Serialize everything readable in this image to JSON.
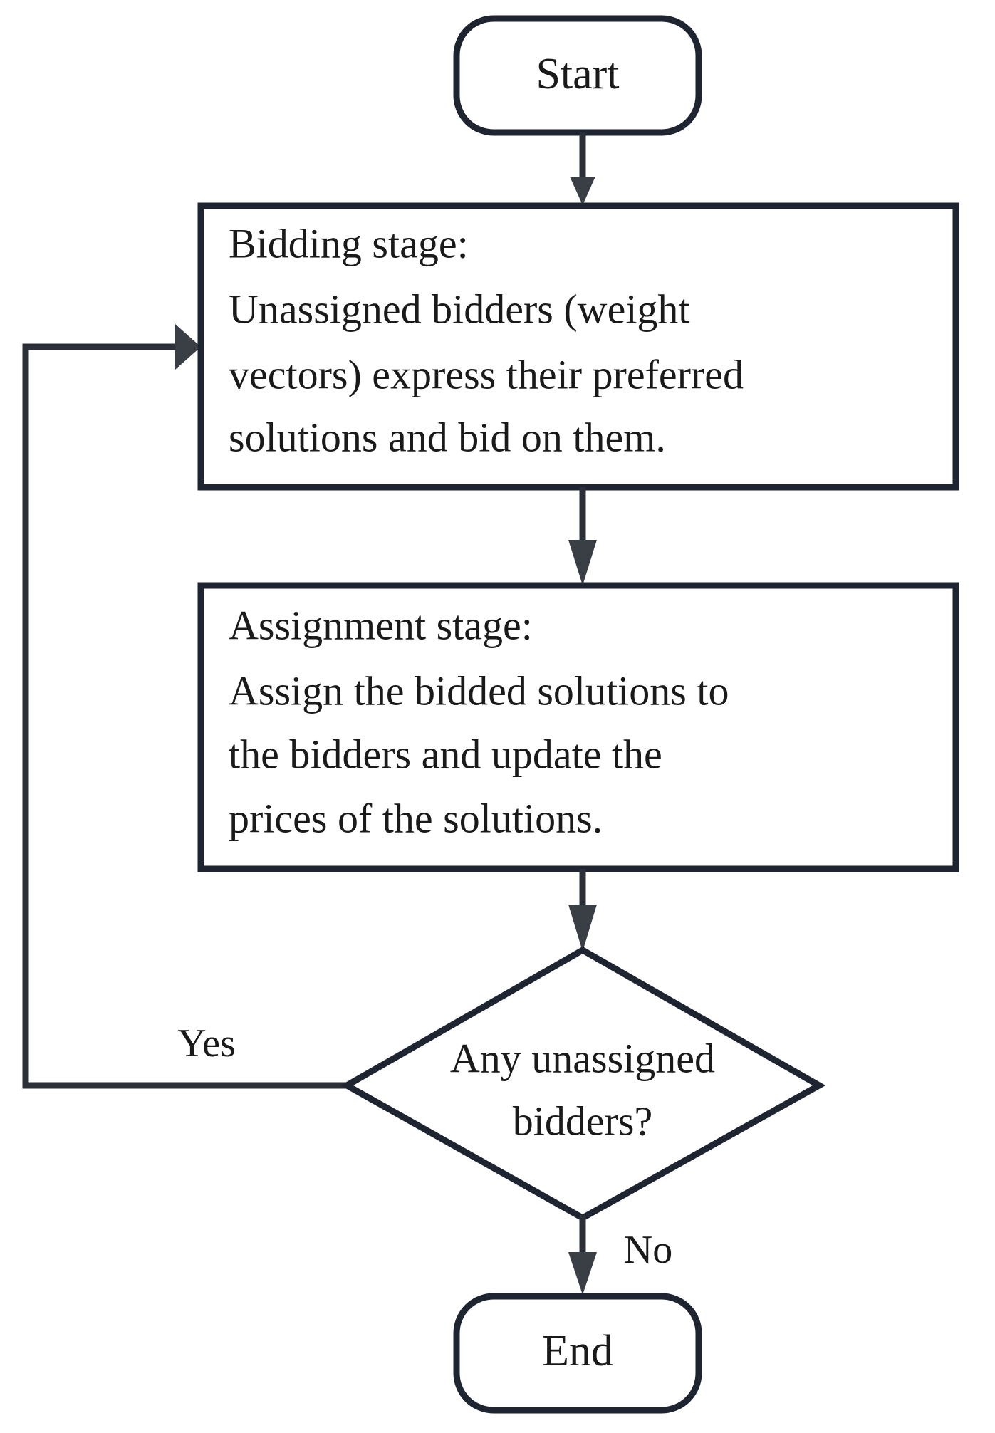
{
  "diagram": {
    "title": "Auction-based bidding and assignment flowchart",
    "background_color": "#ffffff",
    "stroke_color": "#1e2430",
    "arrow_color": "#3a3f46",
    "text_color": "#1a1a1a"
  },
  "nodes": {
    "start": {
      "type": "terminal",
      "label": "Start"
    },
    "bidding": {
      "type": "process",
      "lines": [
        "Bidding stage:",
        "Unassigned bidders (weight",
        "vectors)  express their preferred",
        "solutions and bid on them."
      ]
    },
    "assignment": {
      "type": "process",
      "lines": [
        "Assignment stage:",
        "Assign the bidded solutions to",
        "the bidders and update the",
        "prices of the solutions."
      ]
    },
    "decision": {
      "type": "decision",
      "lines": [
        "Any unassigned",
        "bidders?"
      ]
    },
    "end": {
      "type": "terminal",
      "label": "End"
    }
  },
  "edges": {
    "start_to_bidding": {
      "label": ""
    },
    "bidding_to_assignment": {
      "label": ""
    },
    "assignment_to_decision": {
      "label": ""
    },
    "decision_yes": {
      "label": "Yes"
    },
    "decision_no": {
      "label": "No"
    }
  }
}
